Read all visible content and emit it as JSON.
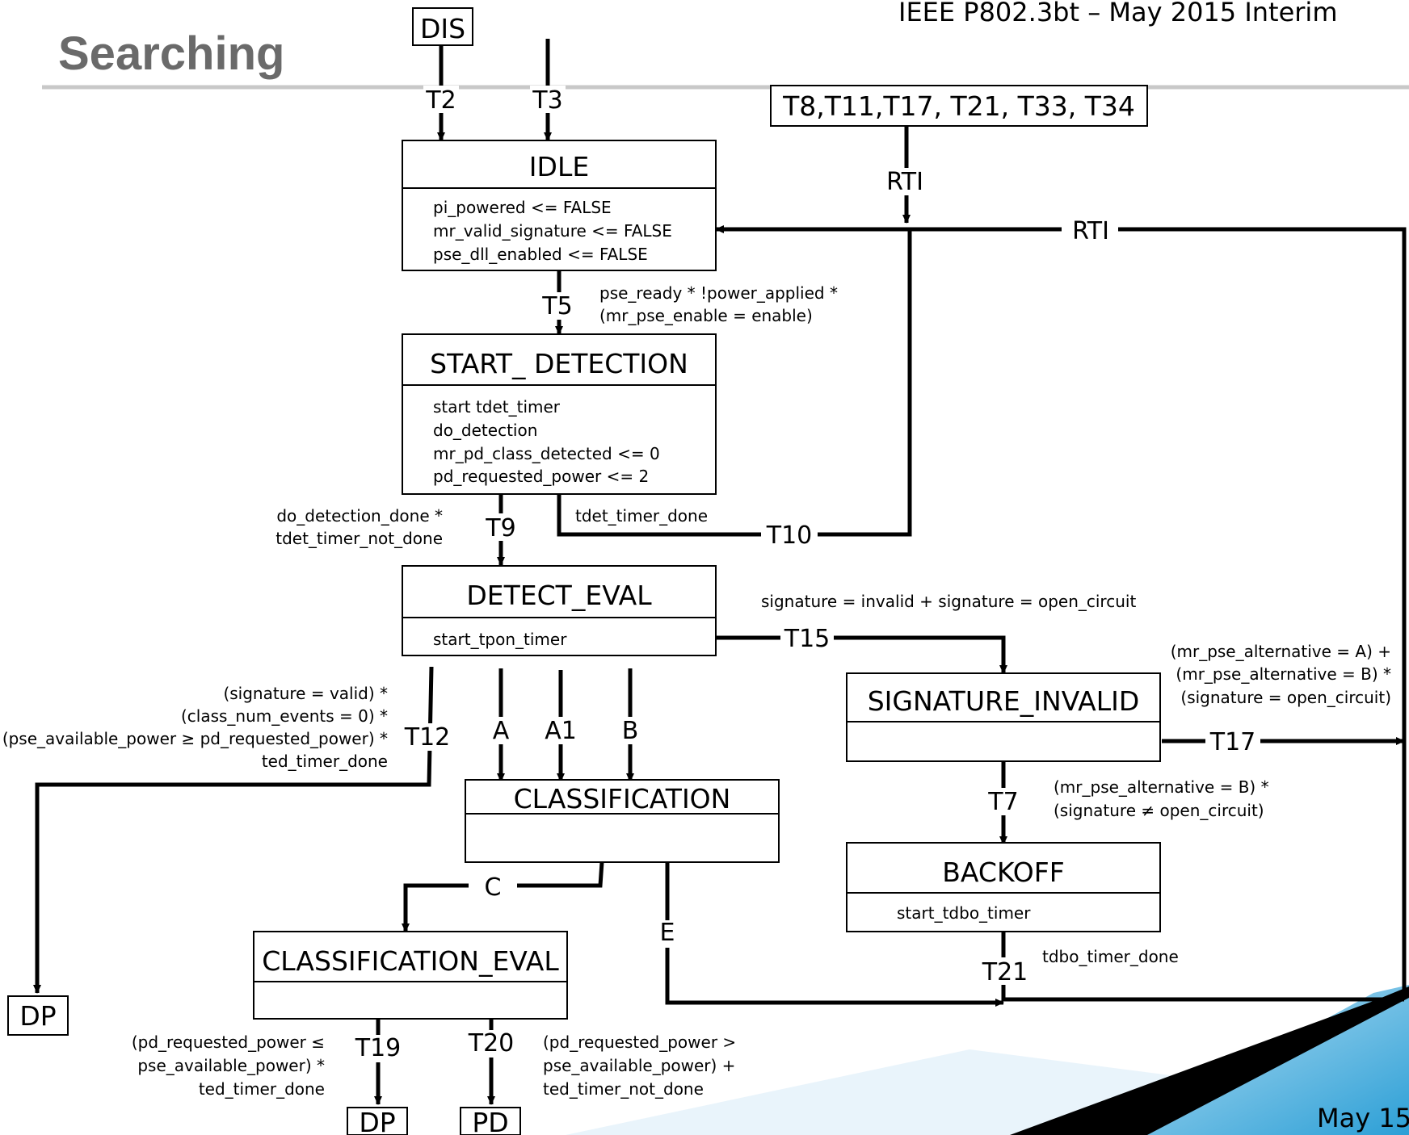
{
  "header": {
    "title": "Searching",
    "subtitle": "IEEE P802.3bt – May 2015 Interim"
  },
  "footer": {
    "date": "May 15"
  },
  "states": {
    "idle": {
      "name": "IDLE",
      "actions": [
        "pi_powered <= FALSE",
        "mr_valid_signature <= FALSE",
        "pse_dll_enabled <= FALSE"
      ]
    },
    "start_detection": {
      "name": "START_ DETECTION",
      "actions": [
        "start tdet_timer",
        "do_detection",
        "mr_pd_class_detected <= 0",
        "pd_requested_power <= 2"
      ]
    },
    "detect_eval": {
      "name": "DETECT_EVAL",
      "actions": [
        "start_tpon_timer"
      ]
    },
    "signature_invalid": {
      "name": "SIGNATURE_INVALID",
      "actions": []
    },
    "classification": {
      "name": "CLASSIFICATION",
      "actions": []
    },
    "backoff": {
      "name": "BACKOFF",
      "actions": [
        "start_tdbo_timer"
      ]
    },
    "classification_eval": {
      "name": "CLASSIFICATION_EVAL",
      "actions": []
    }
  },
  "terminals": {
    "dis": "DIS",
    "dp": "DP",
    "pd": "PD",
    "rti_sources": "T8,T11,T17, T21, T33, T34"
  },
  "transitions": {
    "t2": "T2",
    "t3": "T3",
    "t5": "T5",
    "t7": "T7",
    "t9": "T9",
    "t10": "T10",
    "t12": "T12",
    "t15": "T15",
    "t17": "T17",
    "t19": "T19",
    "t20": "T20",
    "t21": "T21",
    "a": "A",
    "a1": "A1",
    "b": "B",
    "c": "C",
    "e": "E",
    "rti": "RTI"
  },
  "conditions": {
    "t5": [
      "pse_ready * !power_applied *",
      "(mr_pse_enable = enable)"
    ],
    "t9": [
      "do_detection_done *",
      "tdet_timer_not_done"
    ],
    "t10": [
      "tdet_timer_done"
    ],
    "t15": [
      "signature = invalid + signature = open_circuit"
    ],
    "t17": [
      "(mr_pse_alternative = A) +",
      "(mr_pse_alternative = B) *",
      "(signature = open_circuit)"
    ],
    "t12": [
      "(signature = valid) *",
      "(class_num_events = 0) *",
      "(pse_available_power ≥ pd_requested_power) *",
      "ted_timer_done"
    ],
    "t7": [
      "(mr_pse_alternative = B) *",
      "(signature ≠ open_circuit)"
    ],
    "t21": [
      "tdbo_timer_done"
    ],
    "t19": [
      "(pd_requested_power ≤",
      "pse_available_power) *",
      "ted_timer_done"
    ],
    "t20": [
      "(pd_requested_power >",
      "pse_available_power) +",
      "ted_timer_not_done"
    ]
  },
  "colors": {
    "title": "#6a6a6a",
    "rule": "#c8c8c8",
    "accent_blue": "#3aaee0",
    "accent_light": "#bfe3f5"
  }
}
